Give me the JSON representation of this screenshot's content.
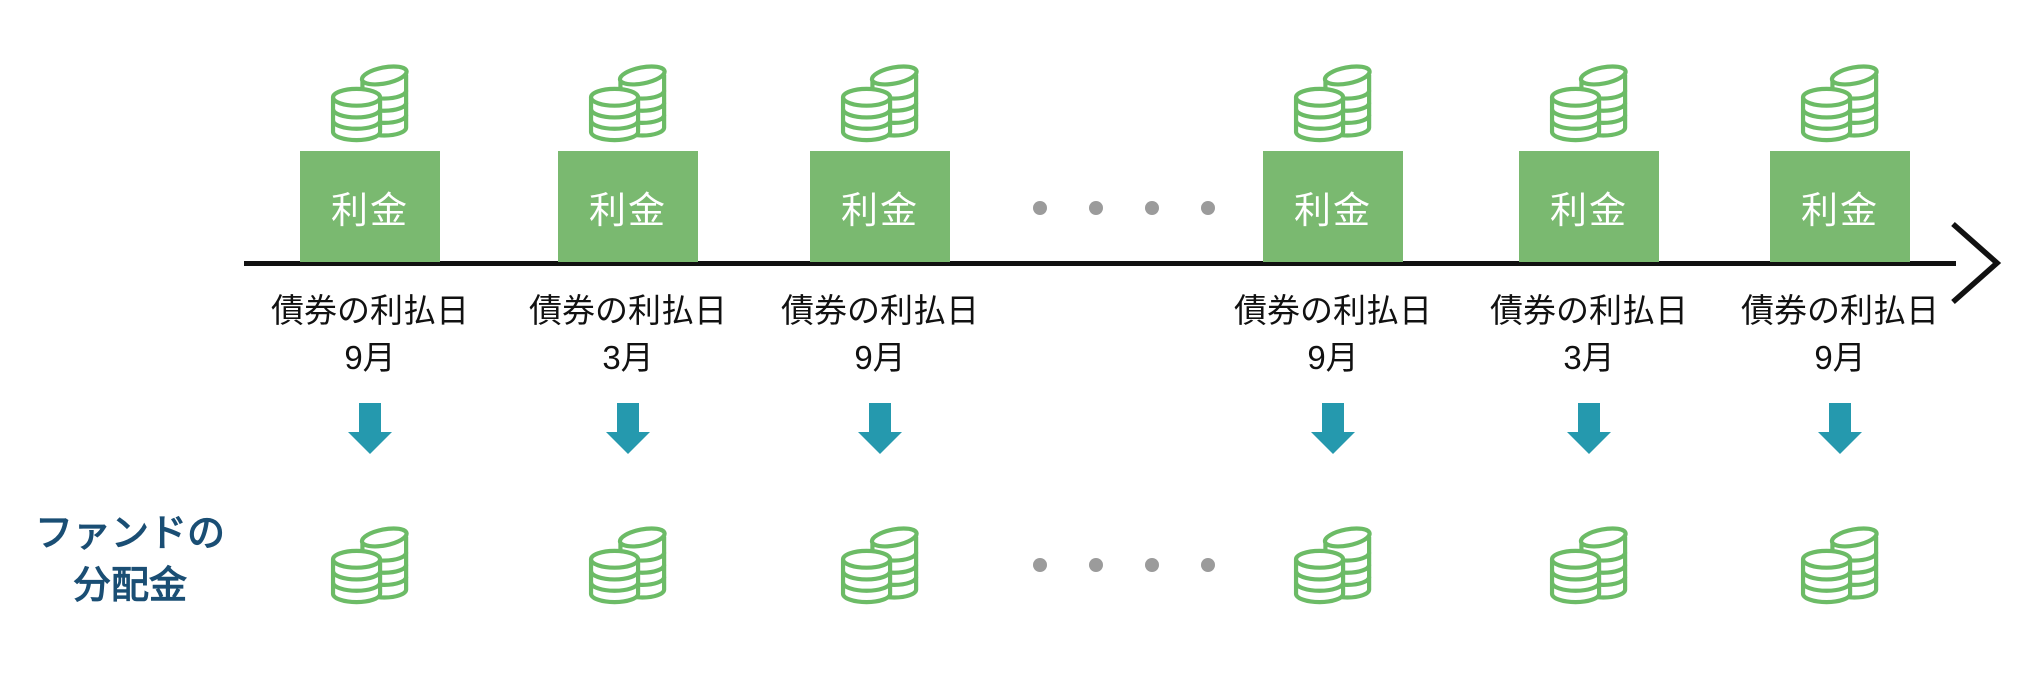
{
  "diagram": {
    "fund_label": {
      "line1": "ファンドの",
      "line2": "分配金"
    },
    "timeline": {
      "events": [
        {
          "box_label": "利金",
          "date_label": "債券の利払日",
          "month": "9月"
        },
        {
          "box_label": "利金",
          "date_label": "債券の利払日",
          "month": "3月"
        },
        {
          "box_label": "利金",
          "date_label": "債券の利払日",
          "month": "9月"
        },
        {
          "box_label": "利金",
          "date_label": "債券の利払日",
          "month": "9月"
        },
        {
          "box_label": "利金",
          "date_label": "債券の利払日",
          "month": "3月"
        },
        {
          "box_label": "利金",
          "date_label": "債券の利払日",
          "month": "9月"
        }
      ],
      "ellipsis_dot_count_top": 4,
      "ellipsis_dot_count_bottom": 4
    },
    "icons": {
      "coin_stack": "coin-stack-icon",
      "down_arrow": "down-arrow-icon",
      "axis_arrow": "right-arrow-icon"
    },
    "colors": {
      "box_green": "#7ab970",
      "coin_green": "#6cbb66",
      "arrow_teal": "#2599ae",
      "panel_blue": "#e9f4f8",
      "label_navy": "#1a4e74",
      "text_black": "#111111",
      "dot_gray": "#9b9b9b"
    }
  }
}
